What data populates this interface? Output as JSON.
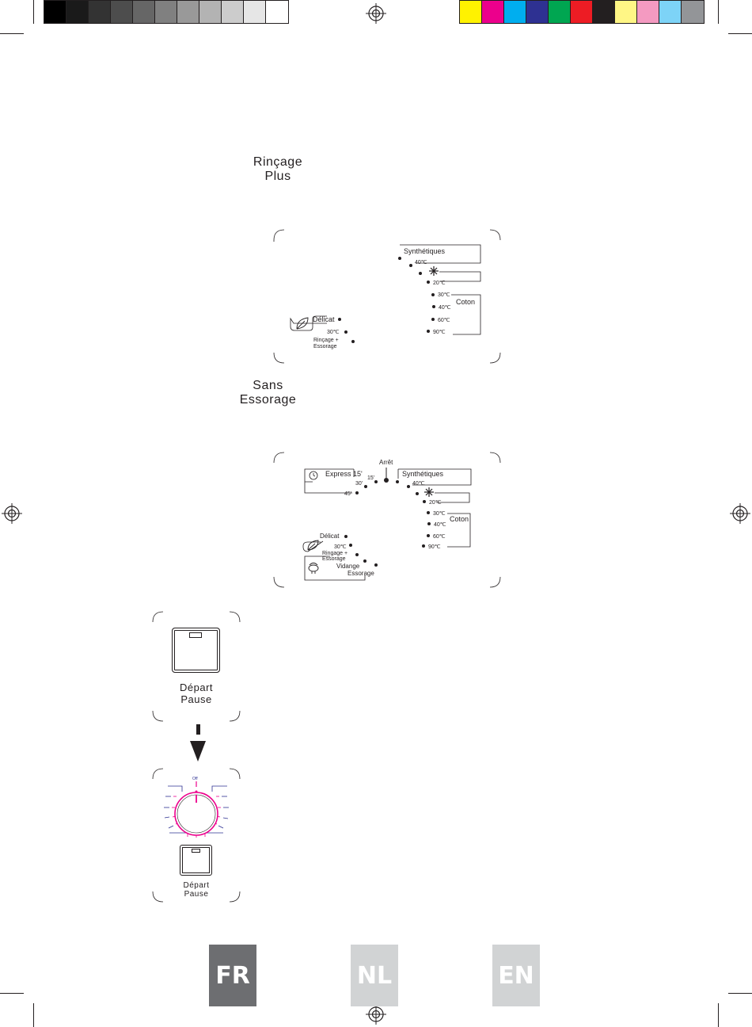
{
  "color_bar": {
    "grays": [
      "#000000",
      "#1a1a1a",
      "#333333",
      "#4d4d4d",
      "#666666",
      "#808080",
      "#999999",
      "#b3b3b3",
      "#cccccc",
      "#e6e6e6",
      "#ffffff"
    ],
    "colors": [
      "#fff200",
      "#ec008c",
      "#00aeef",
      "#2e3192",
      "#00a651",
      "#ed1c24",
      "#231f20",
      "#fff685",
      "#f49ac1",
      "#7dd3f7",
      "#939598"
    ]
  },
  "section_rincage": {
    "caption_line1": "Rinçage",
    "caption_line2": "Plus"
  },
  "panel1": {
    "synthetiques": "Synthétiques",
    "t40": "40℃",
    "t20": "20℃",
    "t30": "30℃",
    "coton": "Coton",
    "t40b": "40℃",
    "t60": "60℃",
    "t90": "90℃",
    "delicat": "Délicat",
    "delicat_30": "30℃",
    "rincage_line1": "Rinçage +",
    "rincage_line2": "Essorage"
  },
  "section_sans": {
    "caption_line1": "Sans",
    "caption_line2": "Essorage"
  },
  "panel2": {
    "arret": "Arrêt",
    "express": "Express 15'",
    "m15": "15'",
    "m30": "30'",
    "m45": "45'",
    "synthetiques": "Synthétiques",
    "t40": "40℃",
    "t20": "20℃",
    "t30": "30℃",
    "coton": "Coton",
    "t40b": "40℃",
    "t60": "60℃",
    "t90": "90℃",
    "delicat": "Délicat",
    "delicat_30": "30℃",
    "rincage_line1": "Ringage +",
    "rincage_line2": "Essorage",
    "vidange": "Vidange",
    "essorage": "Essorage"
  },
  "start_button": {
    "line1": "Départ",
    "line2": "Pause"
  },
  "dial": {
    "off_label": "Off",
    "line1": "Départ",
    "line2": "Pause"
  },
  "languages": [
    {
      "code": "FR",
      "color": "#6d6e71"
    },
    {
      "code": "NL",
      "color": "#d1d3d4"
    },
    {
      "code": "EN",
      "color": "#d1d3d4"
    }
  ]
}
